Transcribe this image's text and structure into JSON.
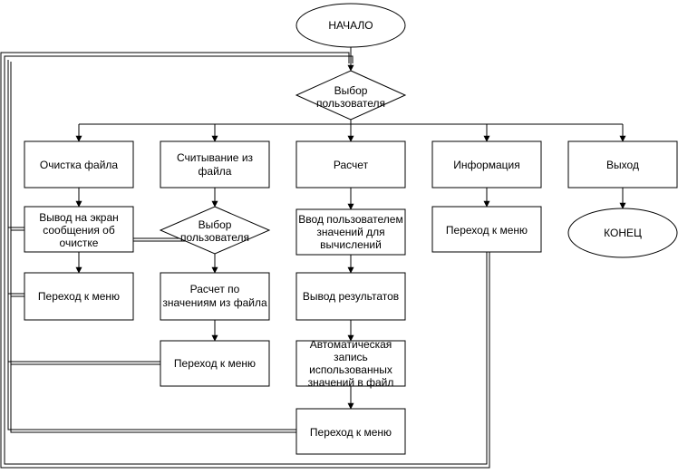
{
  "diagram": {
    "start": "НАЧАЛО",
    "end": "КОНЕЦ",
    "decision_main": [
      "Выбор",
      "пользователя"
    ],
    "clear_file": "Очистка файла",
    "clear_message": [
      "Вывод на экран",
      "сообщения об",
      "очистке"
    ],
    "menu_1": "Переход к меню",
    "read_file": [
      "Считывание из",
      "файла"
    ],
    "decision_read": [
      "Выбор",
      "пользователя"
    ],
    "calc_from_file": [
      "Расчет по",
      "значениям из файла"
    ],
    "menu_2": "Переход к меню",
    "calc": "Расчет",
    "input_values": [
      "Ввод пользователем",
      "значений для",
      "вычислений"
    ],
    "output_results": "Вывод результатов",
    "auto_save": [
      "Автоматическая",
      "запись",
      "использованных",
      "значений в файл"
    ],
    "menu_3": "Переход к меню",
    "info": "Информация",
    "menu_4": "Переход к меню",
    "exit": "Выход"
  }
}
